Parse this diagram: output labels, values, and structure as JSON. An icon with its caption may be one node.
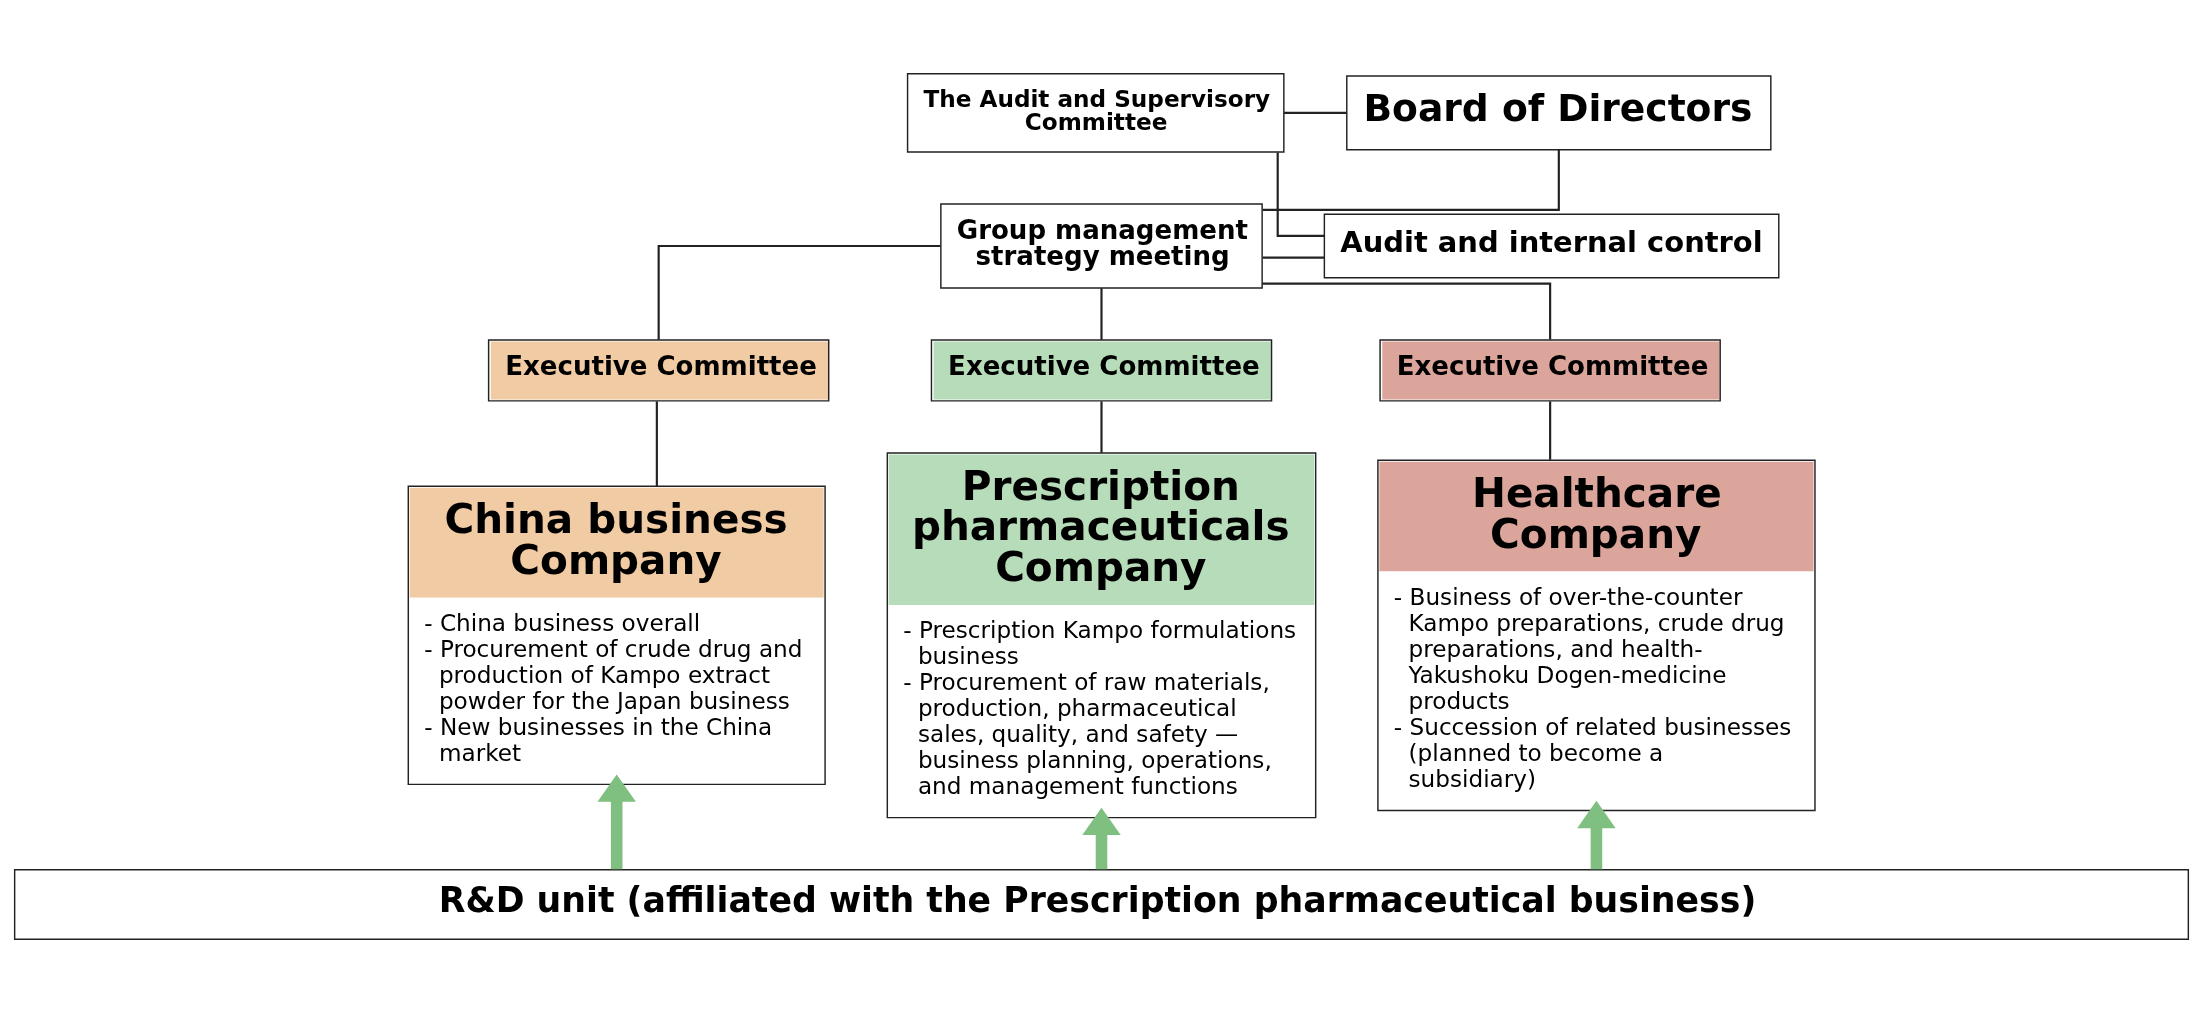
{
  "diagram": {
    "nodes": [
      {
        "text": [
          "The Audit and Supervisory Committee"
        ]
      },
      {
        "text": [
          "Board of Directors"
        ]
      },
      {
        "text": [
          "Audit and internal control"
        ]
      },
      {
        "text": [
          "Group management strategy meeting"
        ]
      },
      {
        "text": [
          "Executive Committee"
        ]
      },
      {
        "text": [
          "Executive Committee"
        ]
      },
      {
        "text": [
          "Executive Committee"
        ]
      },
      {
        "text": [
          "China business Company",
          "- China business overall",
          "- Procurement of crude drug and production of Kampo extract powder for the Japan business",
          "- New businesses in the China market"
        ]
      },
      {
        "text": [
          "Prescription pharmaceuticals Company",
          "- Prescription Kampo formulations business",
          "- Procurement of raw materials, production, pharmaceutical sales, quality, and safety — business planning, operations, and management functions"
        ]
      },
      {
        "text": [
          "Healthcare Company",
          "- Business of over-the-counter Kampo preparations, crude drug preparations, and health-Yakushoku Dogen-medicine products",
          "- Succession of related businesses (planned to become a subsidiary)"
        ]
      },
      {
        "text": [
          "R&D unit (affiliated with the Prescription pharmaceutical business)"
        ]
      }
    ],
    "edges": [
      {
        "from": 0,
        "to": 1,
        "arrow": "none"
      },
      {
        "from": 0,
        "to": 2,
        "arrow": "none"
      },
      {
        "from": 1,
        "to": 3,
        "arrow": "none"
      },
      {
        "from": 3,
        "to": 2,
        "arrow": "none"
      },
      {
        "from": 3,
        "to": 4,
        "arrow": "none"
      },
      {
        "from": 3,
        "to": 5,
        "arrow": "none"
      },
      {
        "from": 3,
        "to": 6,
        "arrow": "none"
      },
      {
        "from": 4,
        "to": 7,
        "arrow": "none"
      },
      {
        "from": 5,
        "to": 8,
        "arrow": "none"
      },
      {
        "from": 6,
        "to": 9,
        "arrow": "none"
      },
      {
        "from": 10,
        "to": 7,
        "arrow": "to",
        "style": "thick",
        "color": "#7fbf7f"
      },
      {
        "from": 10,
        "to": 8,
        "arrow": "to",
        "style": "thick",
        "color": "#7fbf7f"
      },
      {
        "from": 10,
        "to": 9,
        "arrow": "to",
        "style": "thick",
        "color": "#7fbf7f"
      }
    ]
  }
}
